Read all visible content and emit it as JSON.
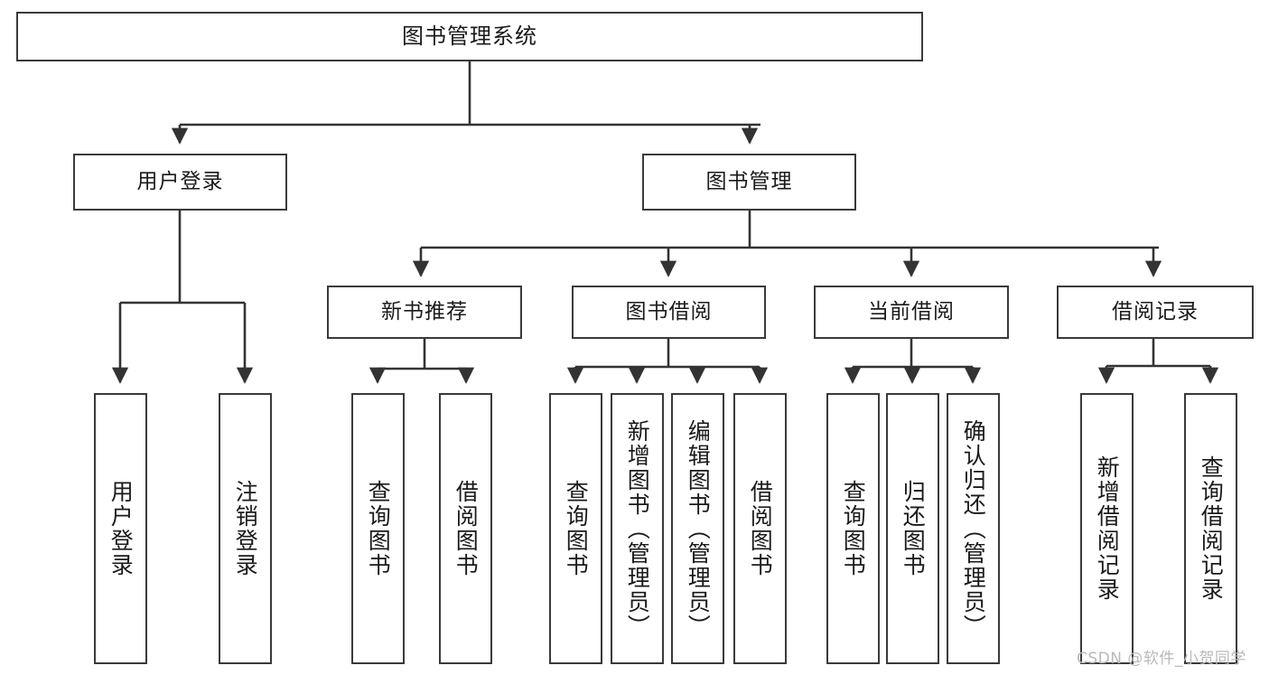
{
  "diagram": {
    "type": "hierarchy-tree",
    "title": "图书管理系统",
    "root": {
      "label": "图书管理系统",
      "children": [
        {
          "label": "用户登录",
          "children": [
            {
              "label": "用户登录"
            },
            {
              "label": "注销登录"
            }
          ]
        },
        {
          "label": "图书管理",
          "children": [
            {
              "label": "新书推荐",
              "children": [
                {
                  "label": "查询图书"
                },
                {
                  "label": "借阅图书"
                }
              ]
            },
            {
              "label": "图书借阅",
              "children": [
                {
                  "label": "查询图书"
                },
                {
                  "label": "新增图书（管理员）"
                },
                {
                  "label": "编辑图书（管理员）"
                },
                {
                  "label": "借阅图书"
                }
              ]
            },
            {
              "label": "当前借阅",
              "children": [
                {
                  "label": "查询图书"
                },
                {
                  "label": "归还图书"
                },
                {
                  "label": "确认归还（管理员）"
                }
              ]
            },
            {
              "label": "借阅记录",
              "children": [
                {
                  "label": "新增借阅记录"
                },
                {
                  "label": "查询借阅记录"
                }
              ]
            }
          ]
        }
      ]
    },
    "nodes": {
      "root": "图书管理系统",
      "l2_user_login": "用户登录",
      "l2_book_mgmt": "图书管理",
      "l3_new_book": "新书推荐",
      "l3_borrow": "图书借阅",
      "l3_current": "当前借阅",
      "l3_record": "借阅记录",
      "leaf_user_login": "用户登录",
      "leaf_logout": "注销登录",
      "leaf_nb_query": "查询图书",
      "leaf_nb_borrow": "借阅图书",
      "leaf_bw_query": "查询图书",
      "leaf_bw_add": "新增图书（管理员）",
      "leaf_bw_edit": "编辑图书（管理员）",
      "leaf_bw_borrow": "借阅图书",
      "leaf_cur_query": "查询图书",
      "leaf_cur_return": "归还图书",
      "leaf_cur_confirm": "确认归还（管理员）",
      "leaf_rec_add": "新增借阅记录",
      "leaf_rec_query": "查询借阅记录"
    },
    "colors": {
      "border": "#3a3a3a",
      "text": "#1a1a1a",
      "background": "#ffffff",
      "connector": "#333333",
      "watermark": "#b9b9b9"
    }
  },
  "watermark": {
    "text": "CSDN @软件_小贺同学"
  }
}
